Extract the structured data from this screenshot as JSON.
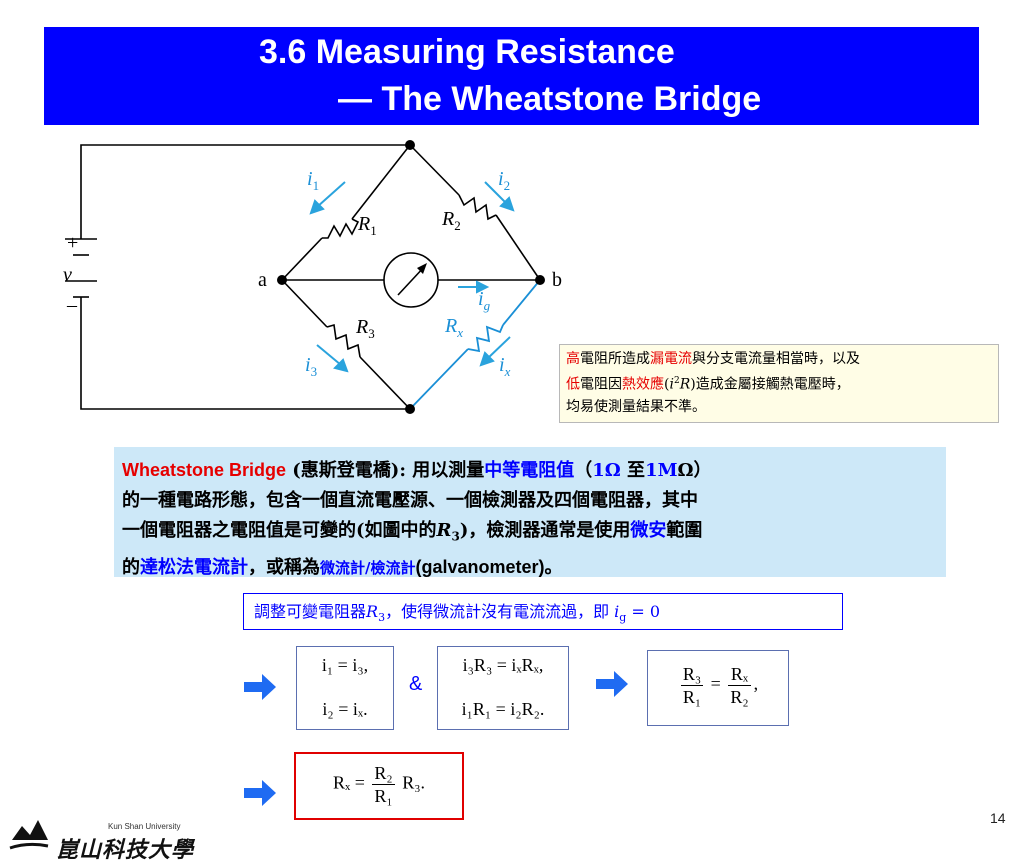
{
  "slide": {
    "title_line1": "3.6  Measuring Resistance",
    "title_line2": "— The Wheatstone Bridge",
    "page_number": "14"
  },
  "circuit": {
    "plus": "+",
    "minus": "–",
    "source": "v",
    "node_a": "a",
    "node_b": "b",
    "currents": [
      "i",
      "1",
      "i",
      "2",
      "i",
      "3",
      "i",
      "x",
      "i",
      "g"
    ],
    "resistors": [
      "R",
      "1",
      "R",
      "2",
      "R",
      "3",
      "R",
      "x"
    ],
    "colors": {
      "wire": "#000000",
      "highlight": "#1a8fd6",
      "arrow": "#2aa3dd"
    }
  },
  "note": {
    "p1": "高",
    "p2": "電阻所造成",
    "p3": "漏電流",
    "p4": "與分支電流量相當時，以及",
    "p5": "低",
    "p6": "電阻因",
    "p7": "熱效應",
    "p8": "(",
    "p9": "i",
    "p10": "2",
    "p11": "R",
    "p12": ")造成金屬接觸熱電壓時，",
    "p13": "均易使測量結果不準。"
  },
  "description": {
    "s1": "Wheatstone Bridge",
    "s2": " (惠斯登電橋): 用以測量",
    "s3": "中等電阻值",
    "s4": "（",
    "s5": "1Ω",
    "s6": " 至",
    "s7": "1M",
    "s8": "Ω",
    "s9": "）",
    "s10": "的一種電路形態，包含一個直流電壓源、一個檢測器及四個電阻器，其中",
    "s11": "一個電阻器之電阻值是可變的(如圖中的",
    "s12": "R",
    "s13": "3",
    "s14": ")，檢測器通常是使用",
    "s15": "微安",
    "s16": "範圍",
    "s17": "的",
    "s18": "達松法電流計",
    "s19": "，或稱為",
    "s20": "微流計/檢流計",
    "s21": "(galvanometer)",
    "s22": "。"
  },
  "condition": {
    "c1": "調整可變電阻器",
    "c2": "R",
    "c3": "3",
    "c4": "，使得微流計沒有電流流過，即 ",
    "c5": "i",
    "c6": "g",
    "c7": " = 0"
  },
  "equations": {
    "eq1_line1": "i₁ = i₃,",
    "eq1_line2": "i₂ = iₓ.",
    "amp": "&",
    "eq2_line1": "i₃R₃ = iₓRₓ,",
    "eq2_line2": "i₁R₁ = i₂R₂.",
    "eq3_num1": "R₃",
    "eq3_den1": "R₁",
    "eq3_eq": "=",
    "eq3_num2": "Rₓ",
    "eq3_den2": "R₂",
    "eq3_tail": ",",
    "eq4_lhs": "Rₓ =",
    "eq4_num": "R₂",
    "eq4_den": "R₁",
    "eq4_tail": "R₃."
  },
  "logo": {
    "university": "Kun Shan University",
    "cn_name": "崑山科技大學"
  }
}
